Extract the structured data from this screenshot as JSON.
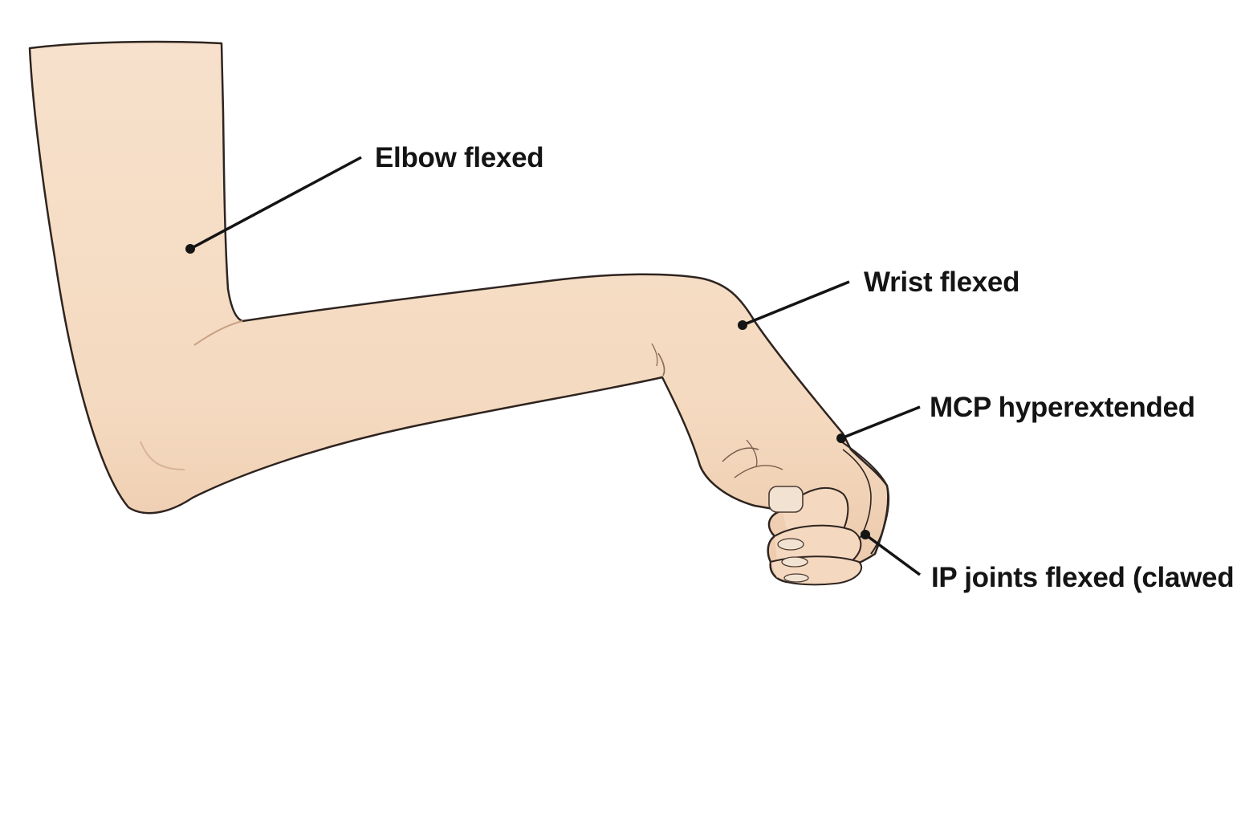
{
  "diagram": {
    "annotations": [
      {
        "id": "elbow",
        "text": "Elbow flexed"
      },
      {
        "id": "wrist",
        "text": "Wrist flexed"
      },
      {
        "id": "mcp",
        "text": "MCP hyperextended"
      },
      {
        "id": "ip",
        "text": "IP joints flexed (clawed)"
      }
    ]
  },
  "colors": {
    "skin": "#f5dcc4",
    "skin_shadow": "#e6c2a4",
    "outline": "#2e2420",
    "leader_line": "#141414",
    "background": "#ffffff"
  }
}
